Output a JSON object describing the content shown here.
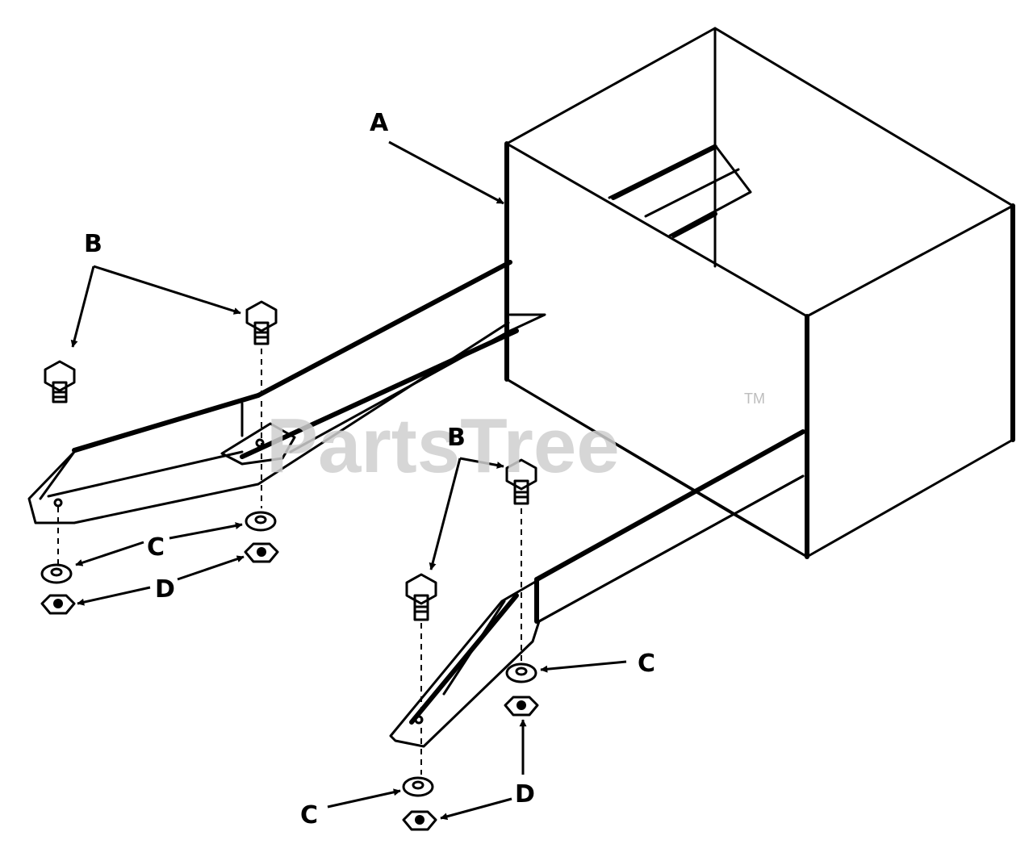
{
  "callouts": {
    "A": "A",
    "B1": "B",
    "B2": "B",
    "C1": "C",
    "C2": "C",
    "C3": "C",
    "D1": "D",
    "D2": "D",
    "D3": "D"
  },
  "watermark": {
    "text": "PartsTree",
    "trademark": "TM"
  }
}
